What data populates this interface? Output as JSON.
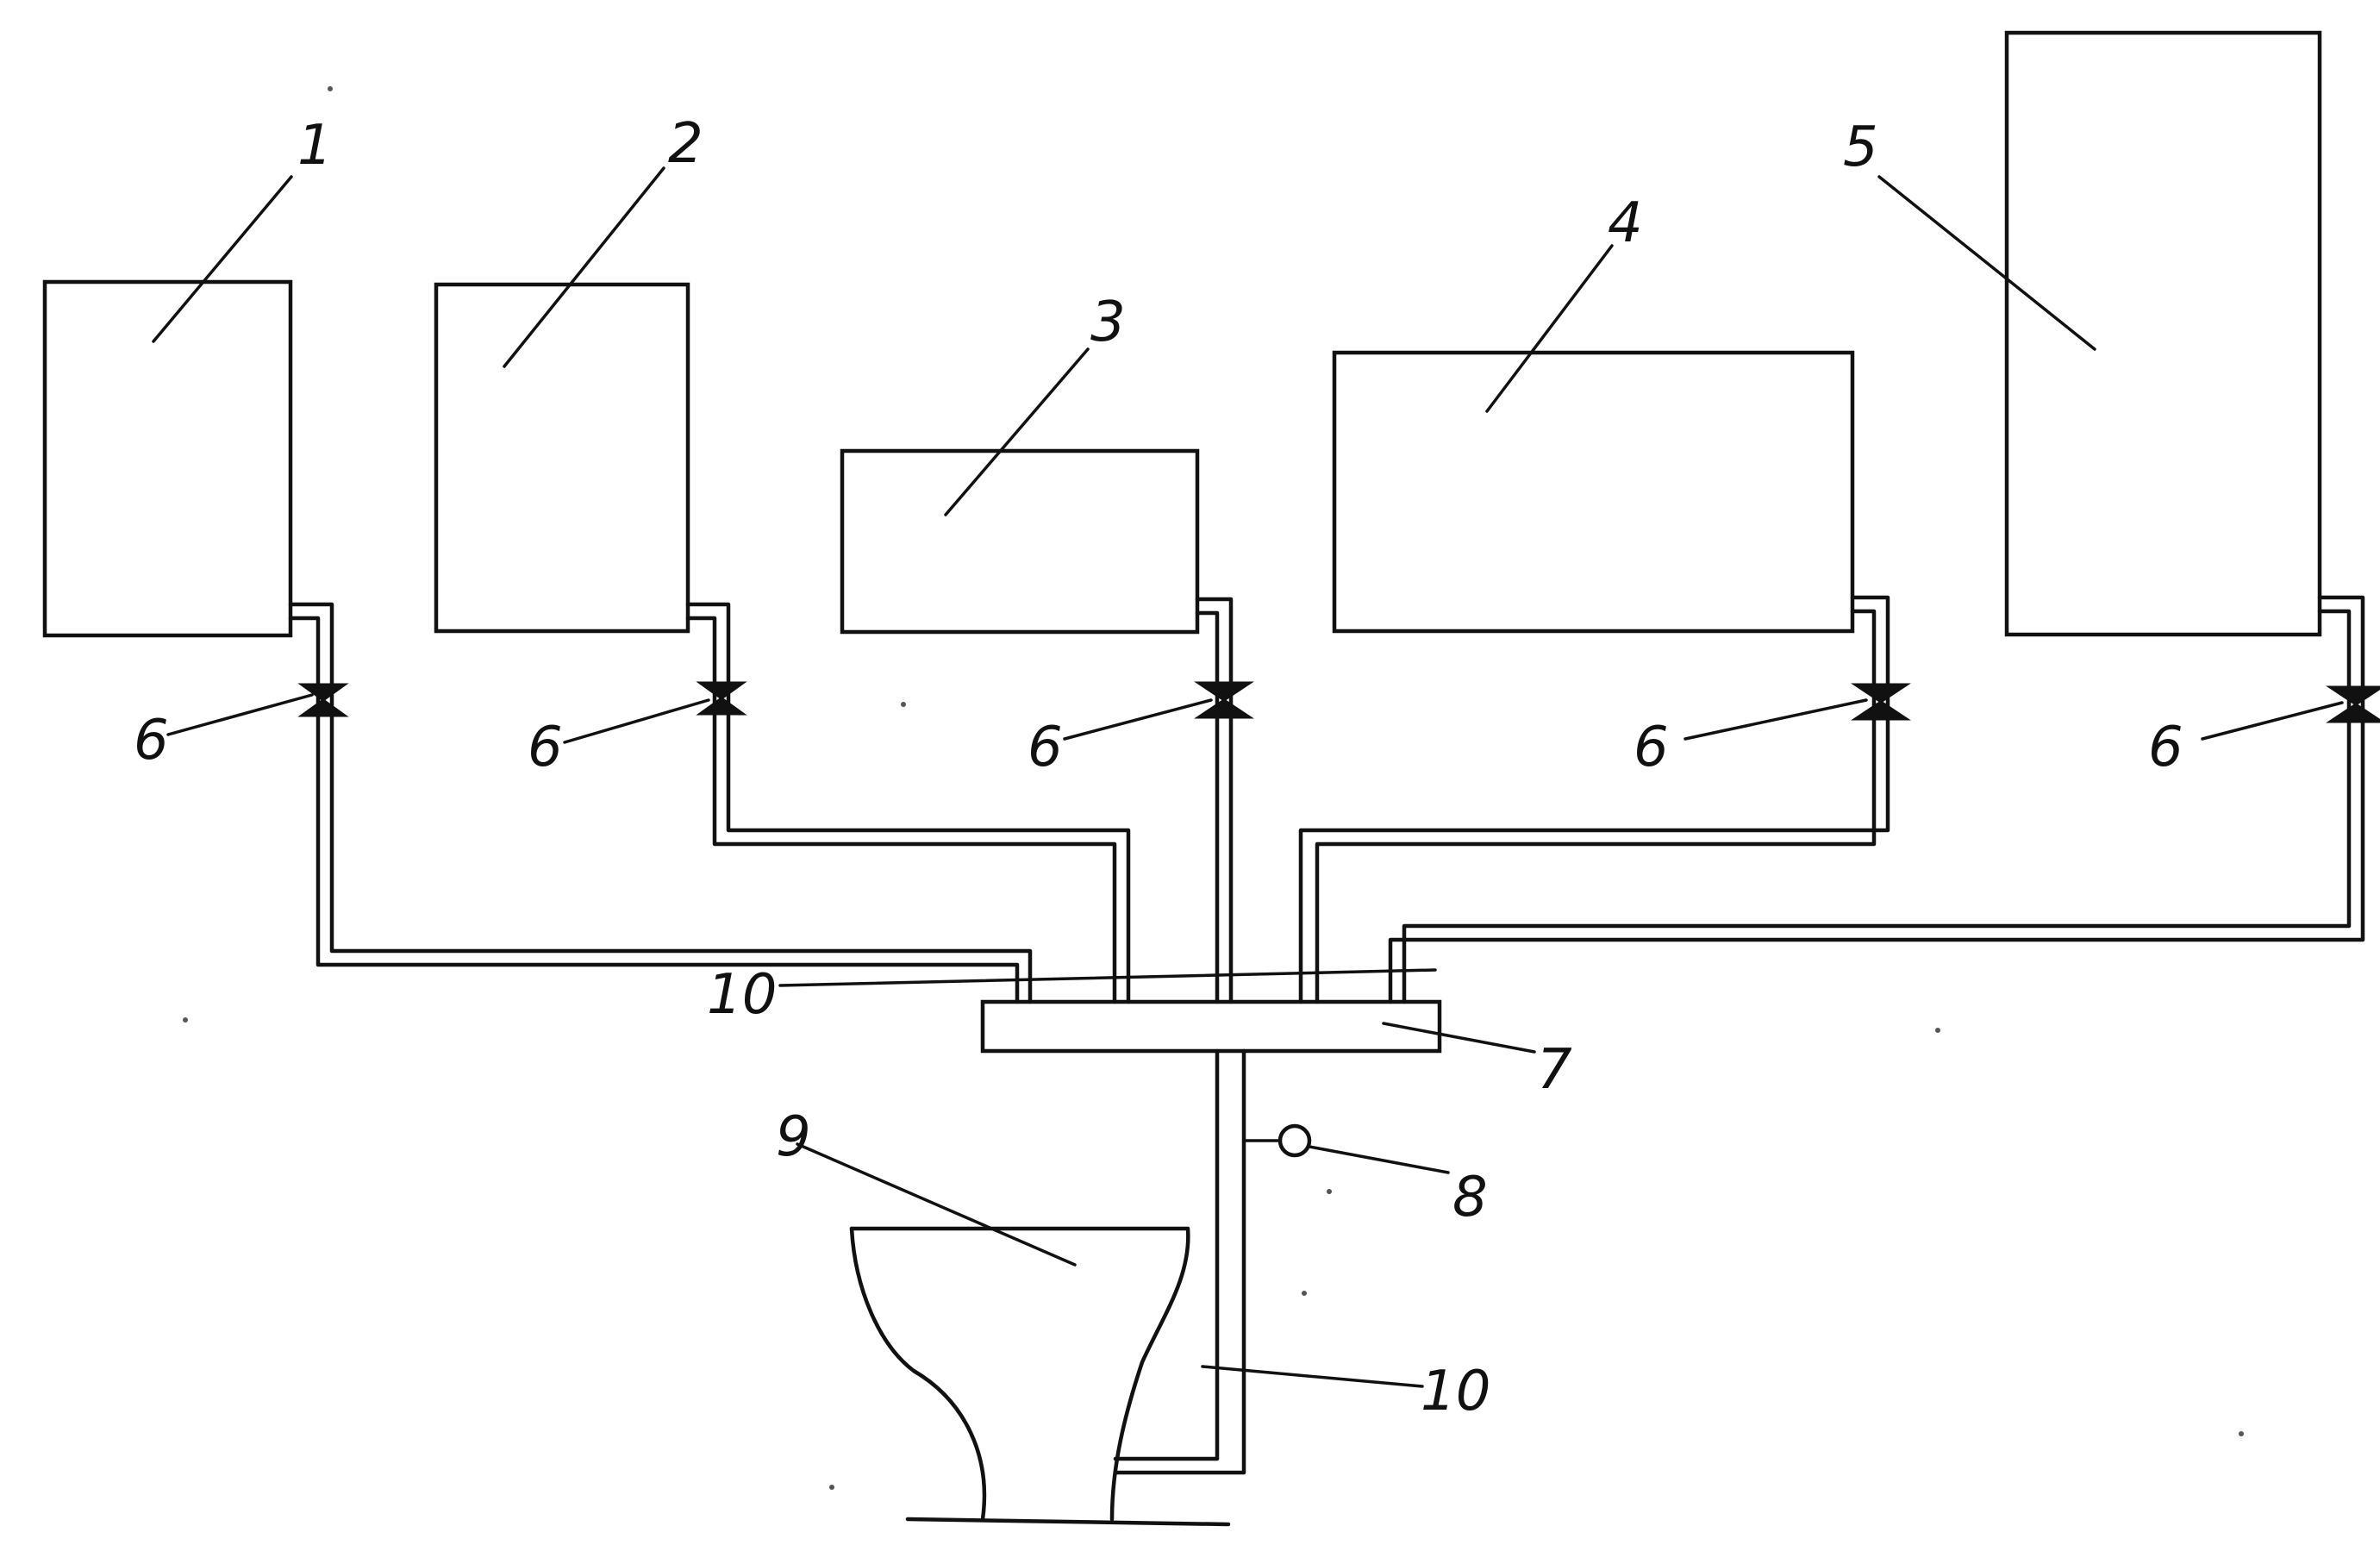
{
  "labels": {
    "box_1": "1",
    "box_2": "2",
    "box_3": "3",
    "box_4": "4",
    "box_5": "5",
    "valve": "6",
    "manifold": "7",
    "gauge": "8",
    "toilet": "9",
    "pipe": "10"
  },
  "colors": {
    "line": "#111111",
    "background": "#ffffff"
  }
}
